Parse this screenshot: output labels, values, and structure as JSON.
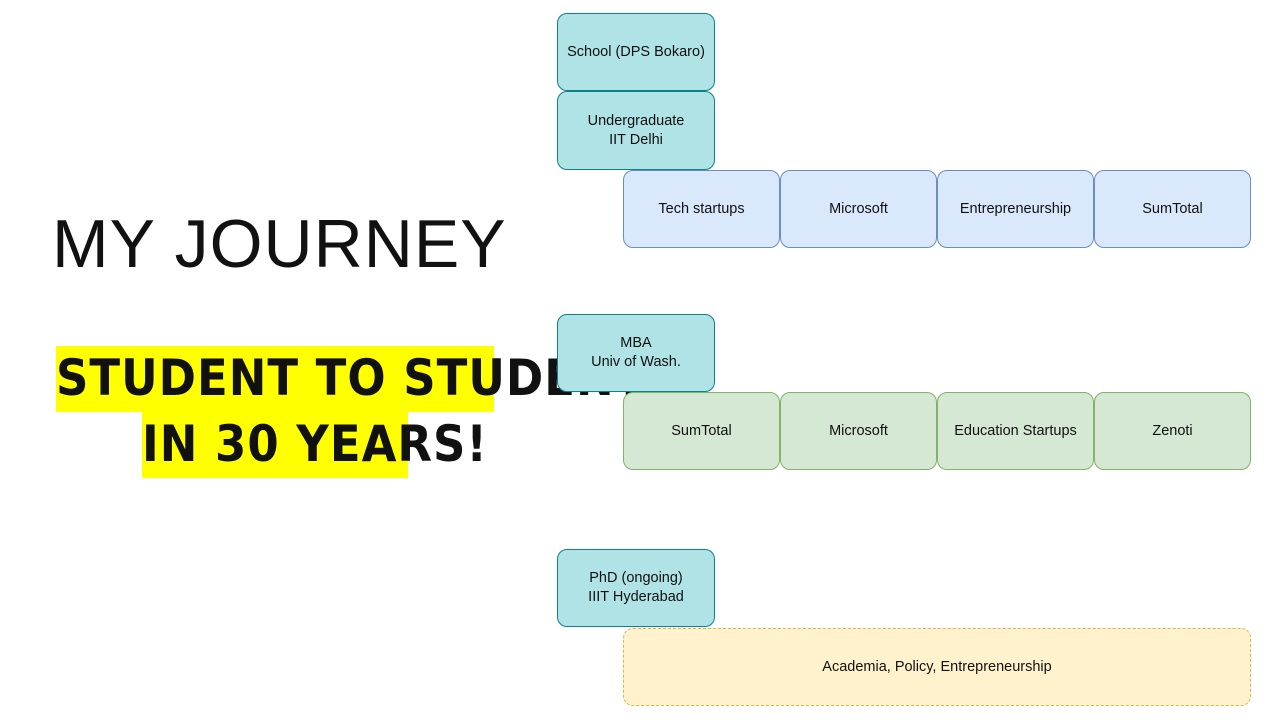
{
  "title": "MY JOURNEY",
  "subtitle_lines": [
    "STUDENT TO STUDENT",
    "IN 30 YEARS!"
  ],
  "education": {
    "school": "School (DPS Bokaro)",
    "undergrad": "Undergraduate\nIIT Delhi",
    "mba": "MBA\nUniv of Wash.",
    "phd": "PhD (ongoing)\nIIIT Hyderabad"
  },
  "career_1": [
    "Tech startups",
    "Microsoft",
    "Entrepreneurship",
    "SumTotal"
  ],
  "career_2": [
    "SumTotal",
    "Microsoft",
    "Education Startups",
    "Zenoti"
  ],
  "career_3": "Academia, Policy, Entrepreneurship",
  "colors": {
    "education_fill": "#b0e3e6",
    "education_stroke": "#0e8088",
    "career1_fill": "#dae8fc",
    "career1_stroke": "#6c8ebf",
    "career2_fill": "#d5e8d4",
    "career2_stroke": "#82b366",
    "career3_fill": "#fff2cc",
    "career3_stroke": "#d6b656",
    "highlight": "#ffff00"
  }
}
